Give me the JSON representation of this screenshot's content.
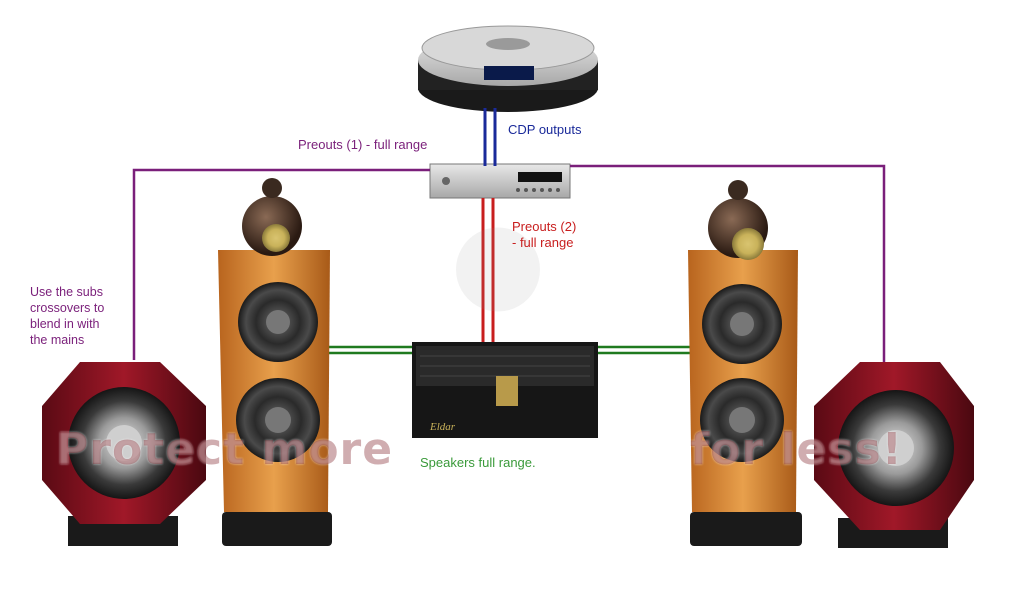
{
  "labels": {
    "cdp_outputs": "CDP outputs",
    "preouts_1": "Preouts (1) - full range",
    "preouts_2": "Preouts (2)\n- full range",
    "subs_note": "Use the subs\ncrossovers to\nblend in with\nthe mains",
    "speakers": "Speakers full range."
  },
  "amp_badge": "Eldar",
  "watermark": "Protect more of your memories for less!",
  "watermark_visible": {
    "left": "Protect more",
    "right": "for less!"
  },
  "colors": {
    "cdp_cable": "#1a2a9a",
    "preout1_cable": "#7a1f7a",
    "preout2_cable": "#c81e1e",
    "speaker_cable": "#1f7a1f",
    "cdp_label": "#1a2a9a",
    "preout1_label": "#7a1f7a",
    "preout2_label": "#c81e1e",
    "subs_label": "#7a1f7a",
    "speaker_label": "#3a9a3a"
  }
}
